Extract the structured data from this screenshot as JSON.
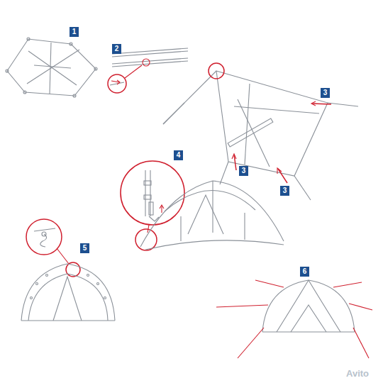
{
  "diagram": {
    "labels": [
      "1",
      "2",
      "3",
      "3",
      "3",
      "4",
      "5",
      "6",
      "Avito"
    ]
  }
}
